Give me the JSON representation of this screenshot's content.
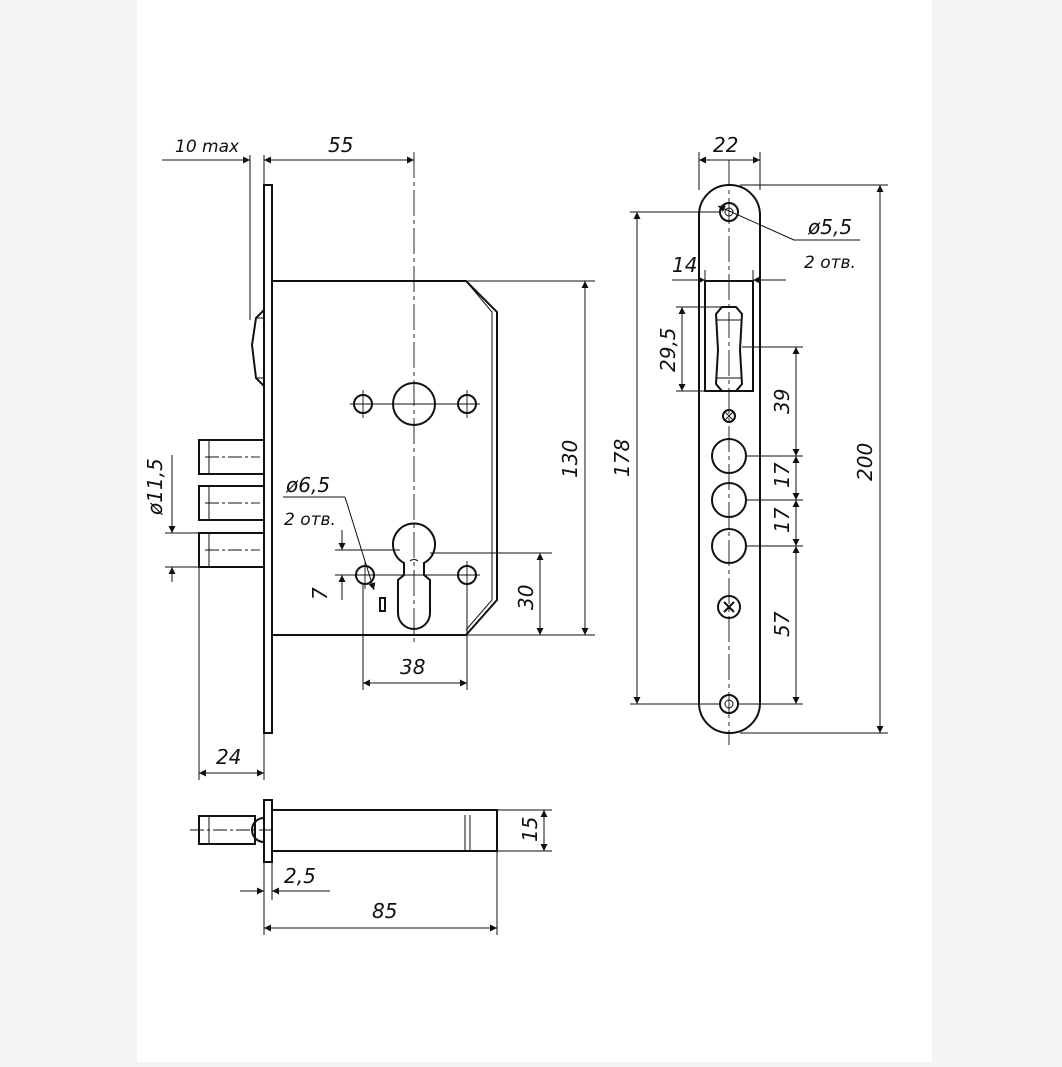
{
  "drawing": {
    "colors": {
      "background": "#f4f4f4",
      "paper": "#ffffff",
      "ink": "#111111"
    },
    "dimensions": {
      "bolt_max": "10 max",
      "backset": "55",
      "strike_width": "22",
      "screw_hole_dia": "ø5,5",
      "screw_hole_count": "2 отв.",
      "latch_width": "14",
      "latch_height": "29,5",
      "height_130": "130",
      "height_178": "178",
      "height_200": "200",
      "bolt_dia": "ø11,5",
      "fix_hole_dia": "ø6,5",
      "fix_hole_count": "2 отв.",
      "cyl_offset": "7",
      "cyl_height": "30",
      "hole_spacing": "38",
      "bolt_throw": "24",
      "dim_39": "39",
      "dim_17a": "17",
      "dim_17b": "17",
      "dim_57": "57",
      "thickness": "15",
      "faceplate_thk": "2,5",
      "depth": "85"
    }
  }
}
